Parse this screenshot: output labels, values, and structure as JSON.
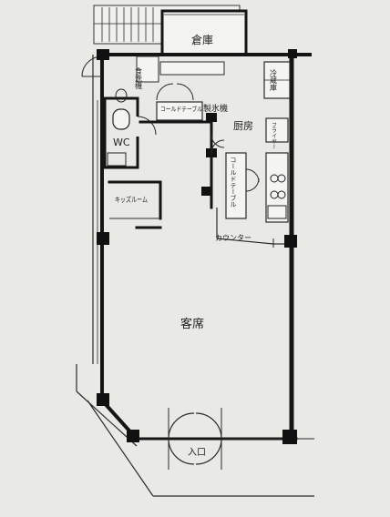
{
  "floor_plan": {
    "rooms": {
      "storage": "倉庫",
      "dishwasher": "食洗機",
      "cold_table_1": "コールドテーブル",
      "ice_maker": "製氷機",
      "kitchen": "厨房",
      "refrigerator": "冷蔵庫",
      "fryer": "フライヤー",
      "wc": "WC",
      "cold_table_2": "コールドテーブル",
      "kids_room": "キッズルーム",
      "counter": "カウンター",
      "seating": "客席",
      "entrance": "入口"
    },
    "colors": {
      "paper": "#e9e9e6",
      "line": "#151515"
    }
  }
}
